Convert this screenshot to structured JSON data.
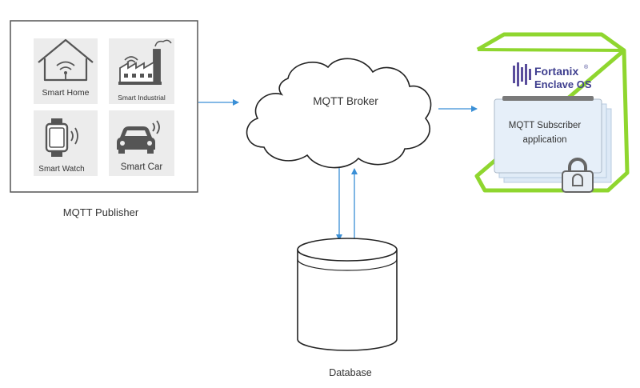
{
  "publisher": {
    "label": "MQTT Publisher",
    "tiles": [
      {
        "label": "Smart Home",
        "icon": "house-wifi-icon"
      },
      {
        "label": "Smart Industrial",
        "icon": "factory-wifi-icon"
      },
      {
        "label": "Smart Watch",
        "icon": "smartwatch-icon"
      },
      {
        "label": "Smart Car",
        "icon": "car-signal-icon"
      }
    ]
  },
  "broker": {
    "label": "MQTT Broker"
  },
  "database": {
    "label": "Database"
  },
  "enclave": {
    "brand_line1": "Fortanix",
    "brand_mark": "®",
    "brand_line2": "Enclave OS",
    "subscriber_line1": "MQTT Subscriber",
    "subscriber_line2": "application"
  },
  "colors": {
    "arrow": "#3a8fd6",
    "enclave_green": "#8fd62f",
    "tile_bg": "#ececec",
    "icon": "#555555"
  }
}
